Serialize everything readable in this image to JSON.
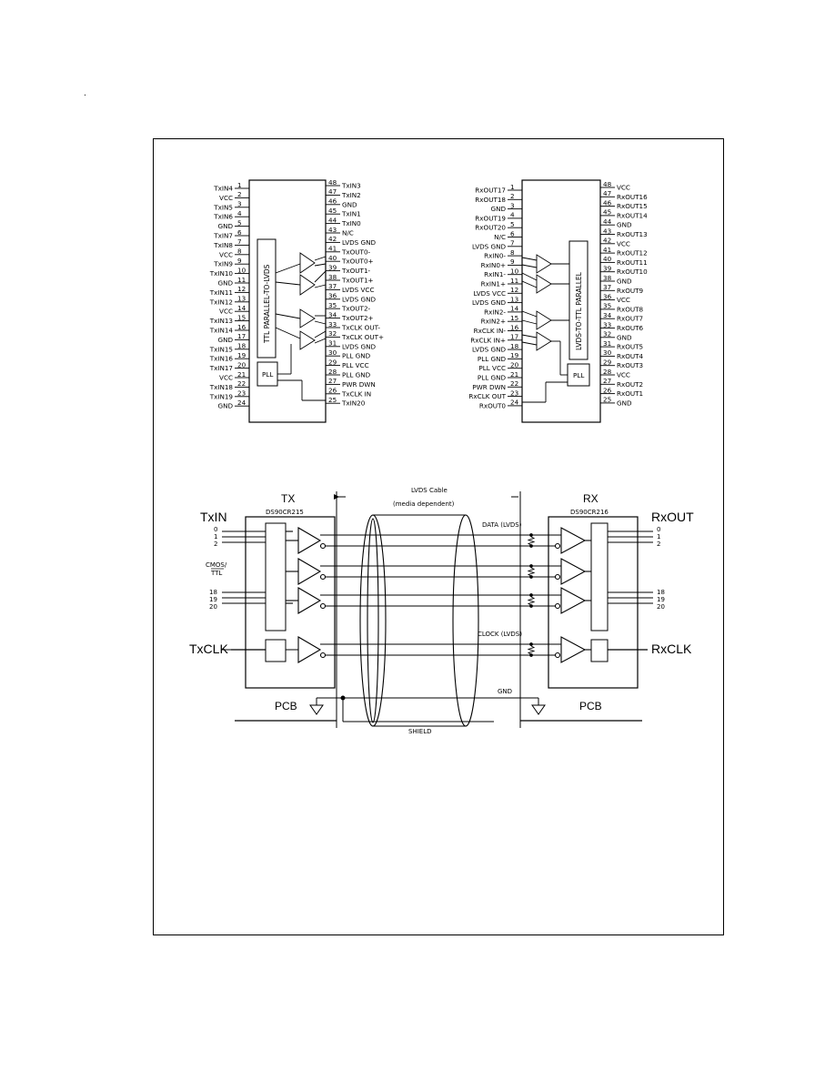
{
  "page_mark": ".",
  "tx_pinout": {
    "block_label": "TTL PARALLEL-TO-LVDS",
    "pll_label": "PLL",
    "left_pins": [
      {
        "num": "1",
        "name": "TxIN4"
      },
      {
        "num": "2",
        "name": "VCC"
      },
      {
        "num": "3",
        "name": "TxIN5"
      },
      {
        "num": "4",
        "name": "TxIN6"
      },
      {
        "num": "5",
        "name": "GND"
      },
      {
        "num": "6",
        "name": "TxIN7"
      },
      {
        "num": "7",
        "name": "TxIN8"
      },
      {
        "num": "8",
        "name": "VCC"
      },
      {
        "num": "9",
        "name": "TxIN9"
      },
      {
        "num": "10",
        "name": "TxIN10"
      },
      {
        "num": "11",
        "name": "GND"
      },
      {
        "num": "12",
        "name": "TxIN11"
      },
      {
        "num": "13",
        "name": "TxIN12"
      },
      {
        "num": "14",
        "name": "VCC"
      },
      {
        "num": "15",
        "name": "TxIN13"
      },
      {
        "num": "16",
        "name": "TxIN14"
      },
      {
        "num": "17",
        "name": "GND"
      },
      {
        "num": "18",
        "name": "TxIN15"
      },
      {
        "num": "19",
        "name": "TxIN16"
      },
      {
        "num": "20",
        "name": "TxIN17"
      },
      {
        "num": "21",
        "name": "VCC"
      },
      {
        "num": "22",
        "name": "TxIN18"
      },
      {
        "num": "23",
        "name": "TxIN19"
      },
      {
        "num": "24",
        "name": "GND"
      }
    ],
    "right_pins": [
      {
        "num": "48",
        "name": "TxIN3"
      },
      {
        "num": "47",
        "name": "TxIN2"
      },
      {
        "num": "46",
        "name": "GND"
      },
      {
        "num": "45",
        "name": "TxIN1"
      },
      {
        "num": "44",
        "name": "TxIN0"
      },
      {
        "num": "43",
        "name": "N/C"
      },
      {
        "num": "42",
        "name": "LVDS GND"
      },
      {
        "num": "41",
        "name": "TxOUT0-"
      },
      {
        "num": "40",
        "name": "TxOUT0+"
      },
      {
        "num": "39",
        "name": "TxOUT1-"
      },
      {
        "num": "38",
        "name": "TxOUT1+"
      },
      {
        "num": "37",
        "name": "LVDS VCC"
      },
      {
        "num": "36",
        "name": "LVDS GND"
      },
      {
        "num": "35",
        "name": "TxOUT2-"
      },
      {
        "num": "34",
        "name": "TxOUT2+"
      },
      {
        "num": "33",
        "name": "TxCLK OUT-"
      },
      {
        "num": "32",
        "name": "TxCLK OUT+"
      },
      {
        "num": "31",
        "name": "LVDS GND"
      },
      {
        "num": "30",
        "name": "PLL GND"
      },
      {
        "num": "29",
        "name": "PLL VCC"
      },
      {
        "num": "28",
        "name": "PLL GND"
      },
      {
        "num": "27",
        "name": "PWR DWN"
      },
      {
        "num": "26",
        "name": "TxCLK IN"
      },
      {
        "num": "25",
        "name": "TxIN20"
      }
    ]
  },
  "rx_pinout": {
    "block_label": "LVDS-TO-TTL PARALLEL",
    "pll_label": "PLL",
    "left_pins": [
      {
        "num": "1",
        "name": "RxOUT17"
      },
      {
        "num": "2",
        "name": "RxOUT18"
      },
      {
        "num": "3",
        "name": "GND"
      },
      {
        "num": "4",
        "name": "RxOUT19"
      },
      {
        "num": "5",
        "name": "RxOUT20"
      },
      {
        "num": "6",
        "name": "N/C"
      },
      {
        "num": "7",
        "name": "LVDS GND"
      },
      {
        "num": "8",
        "name": "RxIN0-"
      },
      {
        "num": "9",
        "name": "RxIN0+"
      },
      {
        "num": "10",
        "name": "RxIN1-"
      },
      {
        "num": "11",
        "name": "RxIN1+"
      },
      {
        "num": "12",
        "name": "LVDS VCC"
      },
      {
        "num": "13",
        "name": "LVDS GND"
      },
      {
        "num": "14",
        "name": "RxIN2-"
      },
      {
        "num": "15",
        "name": "RxIN2+"
      },
      {
        "num": "16",
        "name": "RxCLK IN-"
      },
      {
        "num": "17",
        "name": "RxCLK IN+"
      },
      {
        "num": "18",
        "name": "LVDS GND"
      },
      {
        "num": "19",
        "name": "PLL GND"
      },
      {
        "num": "20",
        "name": "PLL VCC"
      },
      {
        "num": "21",
        "name": "PLL GND"
      },
      {
        "num": "22",
        "name": "PWR DWN"
      },
      {
        "num": "23",
        "name": "RxCLK OUT"
      },
      {
        "num": "24",
        "name": "RxOUT0"
      }
    ],
    "right_pins": [
      {
        "num": "48",
        "name": "VCC"
      },
      {
        "num": "47",
        "name": "RxOUT16"
      },
      {
        "num": "46",
        "name": "RxOUT15"
      },
      {
        "num": "45",
        "name": "RxOUT14"
      },
      {
        "num": "44",
        "name": "GND"
      },
      {
        "num": "43",
        "name": "RxOUT13"
      },
      {
        "num": "42",
        "name": "VCC"
      },
      {
        "num": "41",
        "name": "RxOUT12"
      },
      {
        "num": "40",
        "name": "RxOUT11"
      },
      {
        "num": "39",
        "name": "RxOUT10"
      },
      {
        "num": "38",
        "name": "GND"
      },
      {
        "num": "37",
        "name": "RxOUT9"
      },
      {
        "num": "36",
        "name": "VCC"
      },
      {
        "num": "35",
        "name": "RxOUT8"
      },
      {
        "num": "34",
        "name": "RxOUT7"
      },
      {
        "num": "33",
        "name": "RxOUT6"
      },
      {
        "num": "32",
        "name": "GND"
      },
      {
        "num": "31",
        "name": "RxOUT5"
      },
      {
        "num": "30",
        "name": "RxOUT4"
      },
      {
        "num": "29",
        "name": "RxOUT3"
      },
      {
        "num": "28",
        "name": "VCC"
      },
      {
        "num": "27",
        "name": "RxOUT2"
      },
      {
        "num": "26",
        "name": "RxOUT1"
      },
      {
        "num": "25",
        "name": "GND"
      }
    ]
  },
  "system": {
    "tx_title": "TX",
    "tx_part": "DS90CR215",
    "rx_title": "RX",
    "rx_part": "DS90CR216",
    "txin_label": "TxIN",
    "txin_top_ticks": [
      "0",
      "1",
      "2"
    ],
    "txin_bottom_ticks": [
      "18",
      "19",
      "20"
    ],
    "cmos_label_1": "CMOS/",
    "cmos_label_2": "TTL",
    "rxout_label": "RxOUT",
    "rxout_top_ticks": [
      "0",
      "1",
      "2"
    ],
    "rxout_bottom_ticks": [
      "18",
      "19",
      "20"
    ],
    "txclk_label": "TxCLK",
    "rxclk_label": "RxCLK",
    "cable_label": "LVDS Cable",
    "cable_sub": "(media dependent)",
    "data_label": "DATA (LVDS)",
    "clock_label": "CLOCK (LVDS)",
    "gnd_label": "GND",
    "pcb_left": "PCB",
    "pcb_right": "PCB",
    "shield_label": "SHIELD"
  }
}
